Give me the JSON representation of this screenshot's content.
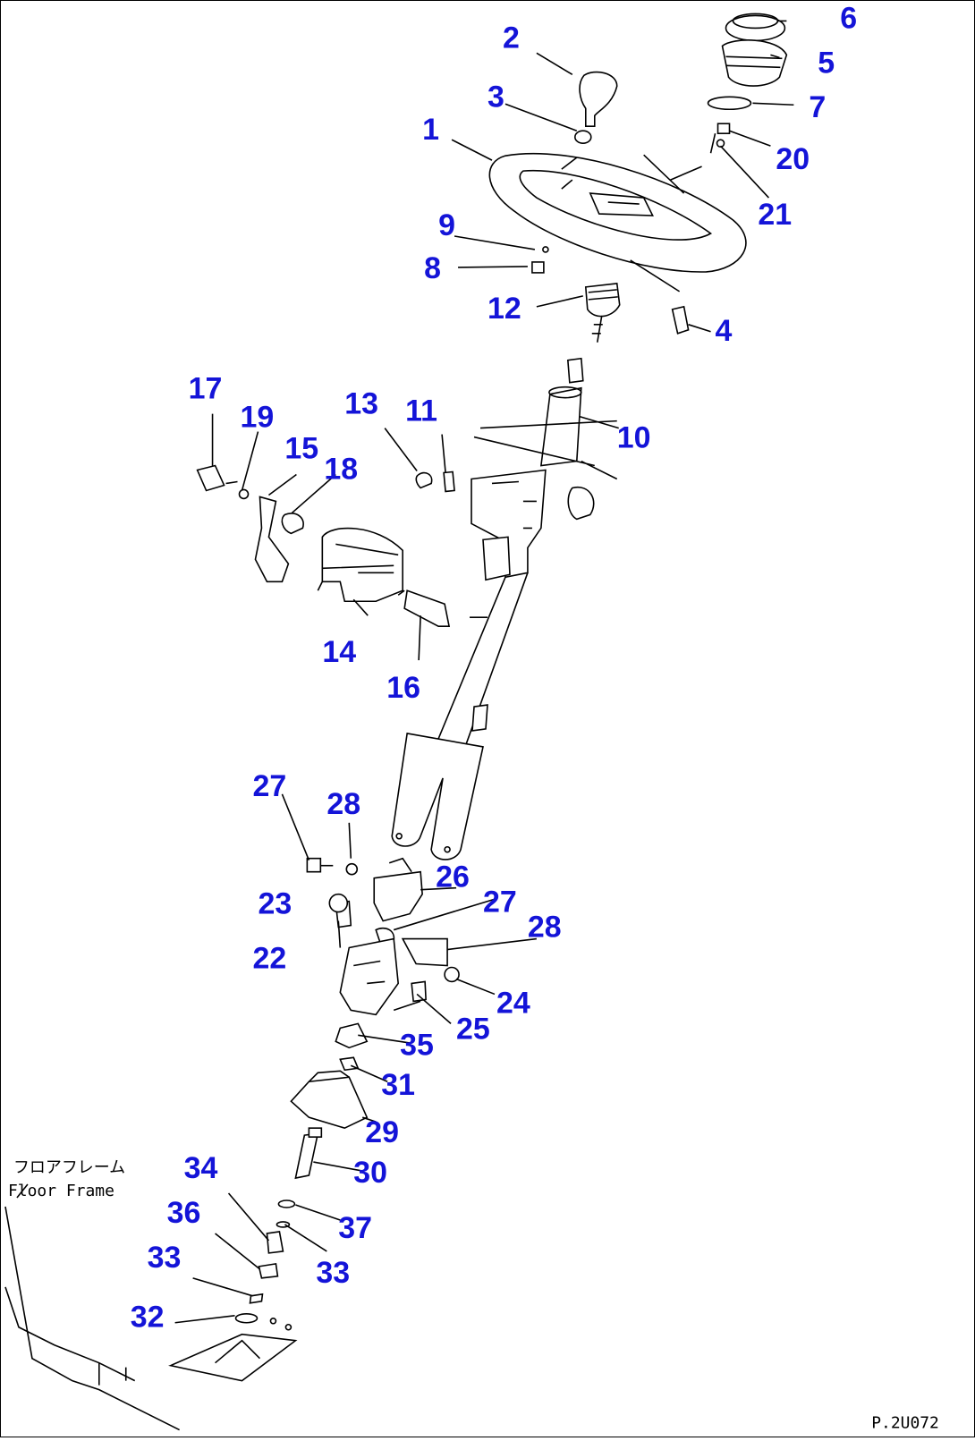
{
  "callouts": [
    "1",
    "2",
    "3",
    "4",
    "5",
    "6",
    "7",
    "8",
    "9",
    "10",
    "11",
    "12",
    "13",
    "14",
    "15",
    "16",
    "17",
    "18",
    "19",
    "20",
    "21",
    "22",
    "23",
    "24",
    "25",
    "26",
    "27",
    "28",
    "27",
    "28",
    "29",
    "30",
    "31",
    "32",
    "33",
    "33",
    "34",
    "35",
    "36",
    "37"
  ],
  "floor_label_jp": "フロアフレーム",
  "floor_label_en": "Floor Frame",
  "drawing_code": "P.2U072",
  "colors": {
    "callout": "#1414d8",
    "line": "#000000",
    "background": "#ffffff"
  }
}
